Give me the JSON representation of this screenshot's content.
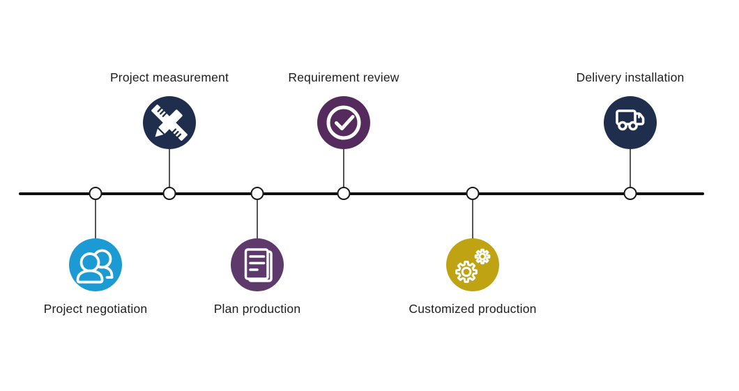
{
  "diagram": {
    "type": "process-timeline",
    "orientation": "horizontal",
    "background_color": "#ffffff",
    "line_color": "#0f0f0f",
    "connector_color": "#555555",
    "node_fill": "#ffffff",
    "node_stroke": "#1a1a1a",
    "label_color": "#1d1d1d",
    "icon_stroke": "#ffffff"
  },
  "steps": [
    {
      "label": "Project negotiation",
      "position": "below",
      "icon": "people-icon",
      "color": "#1b9ad4"
    },
    {
      "label": "Project measurement",
      "position": "above",
      "icon": "ruler-pencil-icon",
      "color": "#1f2e4c"
    },
    {
      "label": "Plan production",
      "position": "below",
      "icon": "document-icon",
      "color": "#5d3a6b"
    },
    {
      "label": "Requirement review",
      "position": "above",
      "icon": "check-icon",
      "color": "#552b5e"
    },
    {
      "label": "Customized production",
      "position": "below",
      "icon": "gears-icon",
      "color": "#bfa313"
    },
    {
      "label": "Delivery installation",
      "position": "above",
      "icon": "truck-icon",
      "color": "#1f2e4c"
    }
  ]
}
